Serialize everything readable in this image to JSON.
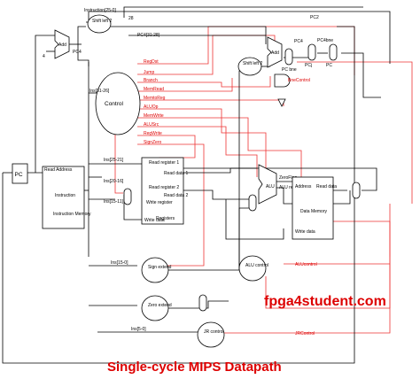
{
  "title": "Single-cycle MIPS Datapath",
  "brand": "fpga4student.com",
  "blocks": {
    "pc": "PC",
    "control": "Control",
    "shift_left_top": "Shift left 2",
    "shift_left_mid": "Shift left 2",
    "add_top": "Add",
    "add_branch": "Add",
    "alu": "ALU",
    "alu_control": "ALU control",
    "sign_extend": "Sign extend",
    "zero_extend": "Zero extend",
    "jr_control": "JR control",
    "and_gate": "",
    "inst_memory": {
      "title": "Instruction Memory",
      "port_addr": "Read Address",
      "port_out": "Instruction"
    },
    "registers": {
      "title": "Registers",
      "rr1": "Read register 1",
      "rr2": "Read register 2",
      "wr": "Write register",
      "rd1": "Read data 1",
      "rd2": "Read data 2",
      "wd": "Write data"
    },
    "data_memory": {
      "title": "Data Memory",
      "addr": "Address",
      "rd": "Read data",
      "wd": "Write data"
    }
  },
  "labels": {
    "pc4": "PC4",
    "four": "4",
    "instr_250": "Instruction[25-0]",
    "pc4_3128": "PC4[31:28]",
    "n28": "28",
    "pc2": "PC2",
    "pc4_b": "PC4",
    "pc4bne": "PC4bne",
    "pc_bne": "PC bne",
    "pcj": "PCj",
    "pc_right": "PC",
    "bne_control": "BneControl",
    "instr_3126": "Ins[31-26]",
    "instr_2521": "Ins[25-21]",
    "instr_2016": "Ins[20-16]",
    "instr_1511": "Ins[15-11]",
    "instr_150": "Ins[15-0]",
    "instr_50": "Ins[5-0]",
    "zero_flag": "ZeroFlag",
    "alu_result": "ALU result",
    "alu_control_sig": "ALUcontrol",
    "jr_control_sig": "JRControl"
  },
  "control_signals": [
    "RegDst",
    "Jump",
    "Branch",
    "MemRead",
    "MemtoReg",
    "ALUOp",
    "MemWrite",
    "ALUSrc",
    "RegWrite",
    "SignZero"
  ]
}
